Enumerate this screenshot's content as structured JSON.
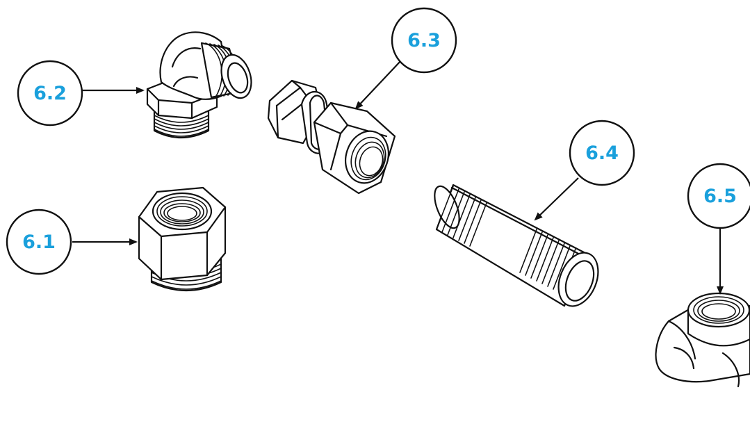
{
  "callouts": [
    {
      "id": "c61",
      "label": "6.1"
    },
    {
      "id": "c62",
      "label": "6.2"
    },
    {
      "id": "c63",
      "label": "6.3"
    },
    {
      "id": "c64",
      "label": "6.4"
    },
    {
      "id": "c65",
      "label": "6.5"
    }
  ],
  "colors": {
    "label": "#1aa0dc",
    "line": "#111111",
    "background": "#ffffff"
  }
}
